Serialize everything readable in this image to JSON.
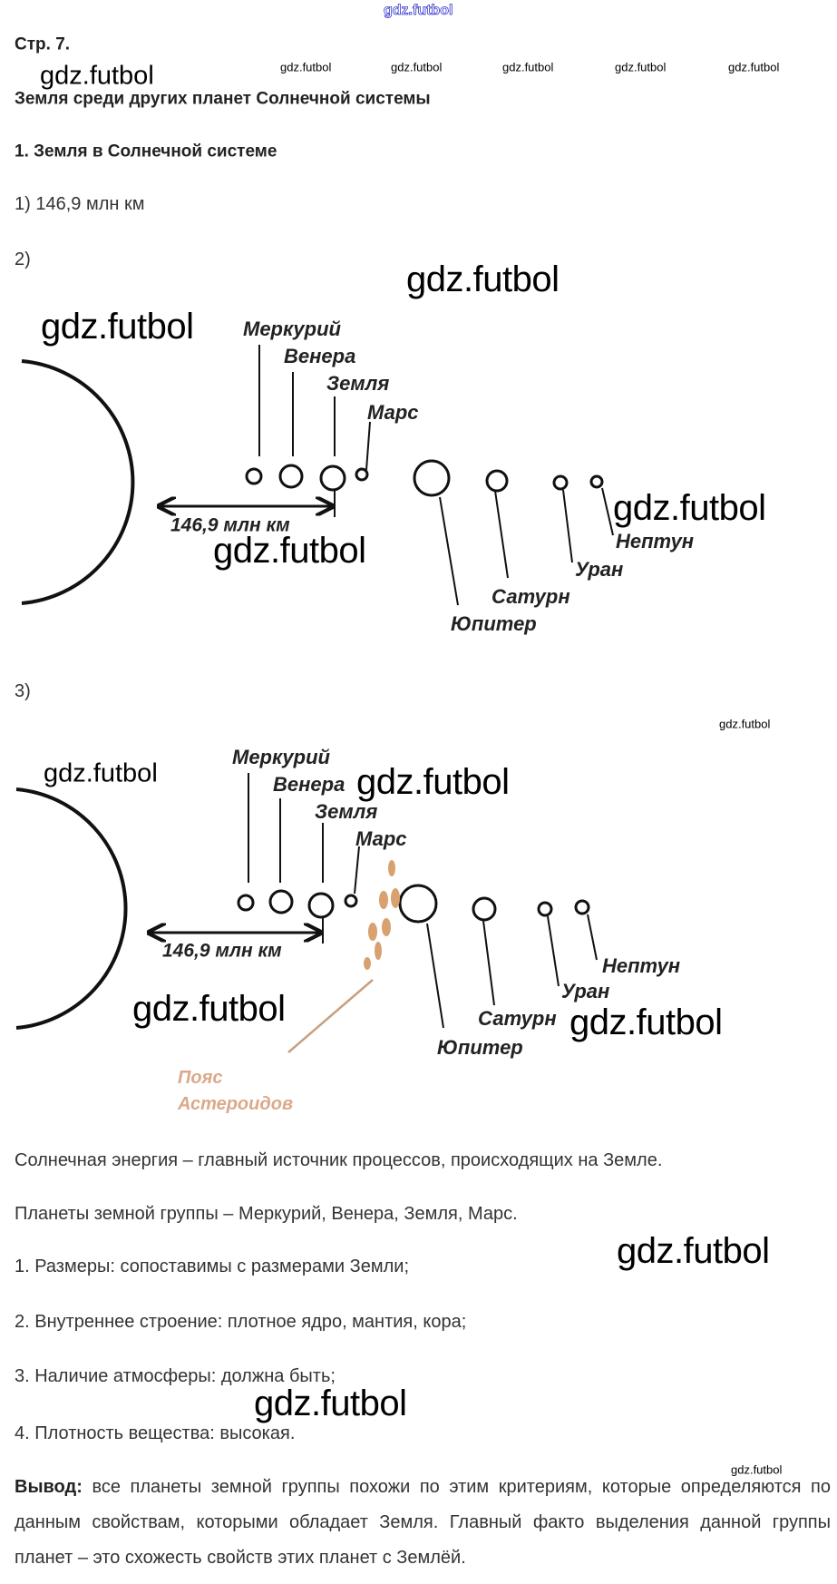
{
  "watermark": "gdz.futbol",
  "header": {
    "page": "Стр. 7.",
    "title": "Земля среди других планет Солнечной системы",
    "section": "1. Земля в Солнечной системе"
  },
  "answers": {
    "a1": "1) 146,9 млн км",
    "a2": "2)",
    "a3": "3)"
  },
  "diagram": {
    "distance": "146,9 млн км",
    "planets": [
      "Меркурий",
      "Венера",
      "Земля",
      "Марс",
      "Юпитер",
      "Сатурн",
      "Уран",
      "Нептун"
    ],
    "asteroid_belt_1": "Пояс",
    "asteroid_belt_2": "Астероидов",
    "colors": {
      "line": "#111111",
      "asteroid": "#d9a070",
      "asteroid_label": "#dba98a"
    }
  },
  "body": {
    "solar": "Солнечная энергия – главный источник процессов, происходящих на Земле.",
    "terrestrial": "Планеты земной группы – Меркурий, Венера, Земля, Марс.",
    "items": [
      "1. Размеры: сопоставимы с размерами Земли;",
      "2. Внутреннее строение: плотное ядро, мантия, кора;",
      "3. Наличие атмосферы: должна быть;",
      "4. Плотность вещества: высокая."
    ],
    "conclusion_label": "Вывод:",
    "conclusion_text": "все планеты земной группы похожи по этим критериям, которые определяются по данным свойствам, которыми обладает Земля. Главный факто выделения данной группы планет – это схожесть свойств этих планет с Землёй."
  }
}
